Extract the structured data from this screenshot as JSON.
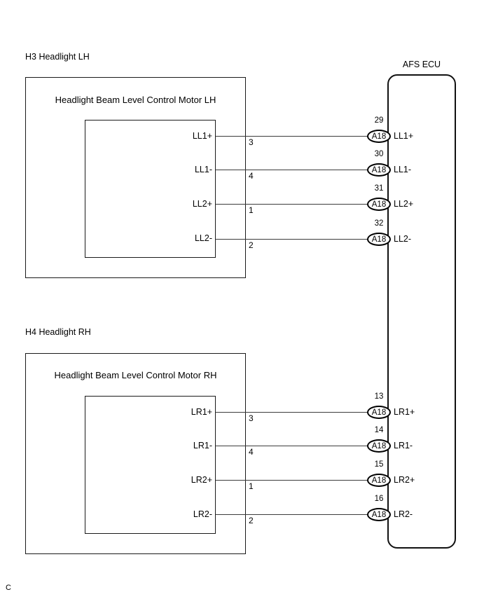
{
  "page": {
    "bottom_mark": "C"
  },
  "ecu": {
    "caption": "AFS ECU"
  },
  "sections": [
    {
      "caption": "H3 Headlight LH",
      "unit_title": "Headlight Beam Level Control Motor LH",
      "connections": [
        {
          "terminal": "LL1+",
          "wire_pin": "3",
          "ecu_pin": "29",
          "ecu_connector": "A18",
          "ecu_terminal": "LL1+"
        },
        {
          "terminal": "LL1-",
          "wire_pin": "4",
          "ecu_pin": "30",
          "ecu_connector": "A18",
          "ecu_terminal": "LL1-"
        },
        {
          "terminal": "LL2+",
          "wire_pin": "1",
          "ecu_pin": "31",
          "ecu_connector": "A18",
          "ecu_terminal": "LL2+"
        },
        {
          "terminal": "LL2-",
          "wire_pin": "2",
          "ecu_pin": "32",
          "ecu_connector": "A18",
          "ecu_terminal": "LL2-"
        }
      ]
    },
    {
      "caption": "H4 Headlight RH",
      "unit_title": "Headlight Beam Level Control Motor RH",
      "connections": [
        {
          "terminal": "LR1+",
          "wire_pin": "3",
          "ecu_pin": "13",
          "ecu_connector": "A18",
          "ecu_terminal": "LR1+"
        },
        {
          "terminal": "LR1-",
          "wire_pin": "4",
          "ecu_pin": "14",
          "ecu_connector": "A18",
          "ecu_terminal": "LR1-"
        },
        {
          "terminal": "LR2+",
          "wire_pin": "1",
          "ecu_pin": "15",
          "ecu_connector": "A18",
          "ecu_terminal": "LR2+"
        },
        {
          "terminal": "LR2-",
          "wire_pin": "2",
          "ecu_pin": "16",
          "ecu_connector": "A18",
          "ecu_terminal": "LR2-"
        }
      ]
    }
  ]
}
